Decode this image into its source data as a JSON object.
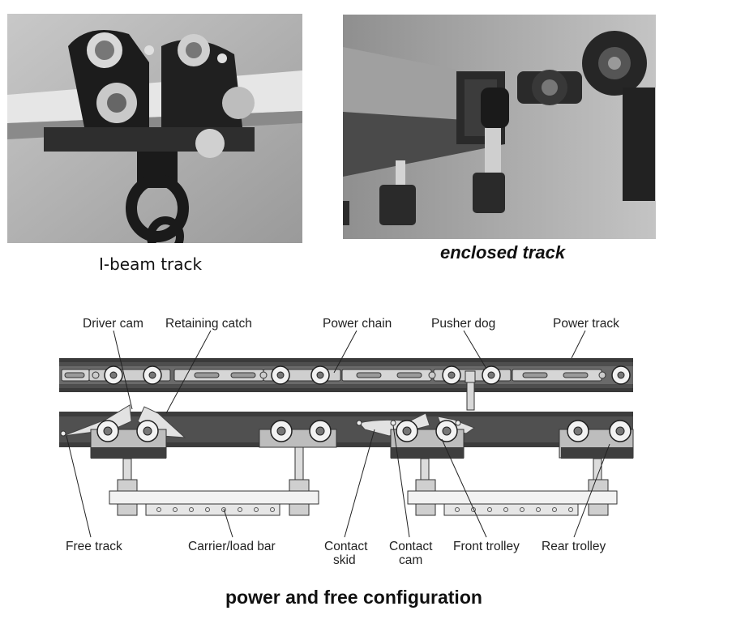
{
  "photos": {
    "ibeam": {
      "caption": "I-beam track"
    },
    "enclosed": {
      "caption": "enclosed track"
    }
  },
  "diagram": {
    "title": "power and free configuration",
    "labels_top": {
      "driver_cam": "Driver cam",
      "retaining_catch": "Retaining catch",
      "power_chain": "Power chain",
      "pusher_dog": "Pusher dog",
      "power_track": "Power track"
    },
    "labels_bottom": {
      "free_track": "Free track",
      "carrier_load_bar": "Carrier/load bar",
      "contact_skid_1": "Contact",
      "contact_skid_2": "skid",
      "contact_cam_1": "Contact",
      "contact_cam_2": "cam",
      "front_trolley": "Front trolley",
      "rear_trolley": "Rear trolley"
    }
  },
  "colors": {
    "track": "#5a5a5a",
    "track_dark": "#3a3a3a",
    "plate": "#c9c9c9",
    "photo_bg": "#b8b8b8"
  }
}
